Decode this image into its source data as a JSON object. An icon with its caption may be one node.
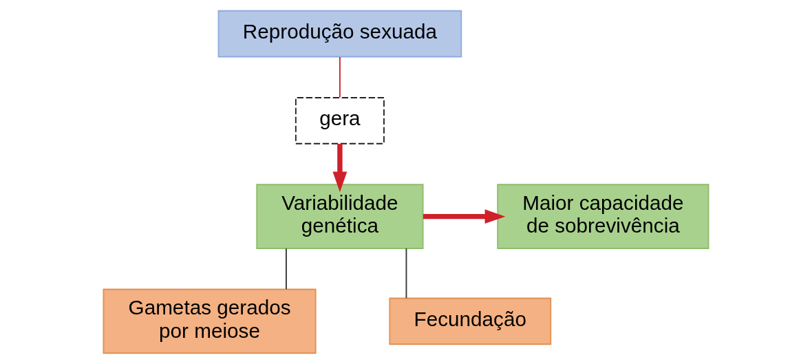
{
  "diagram": {
    "nodes": [
      {
        "text": [
          "Reprodução sexuada"
        ]
      },
      {
        "text": [
          "gera"
        ]
      },
      {
        "text": [
          "Variabilidade genética"
        ]
      },
      {
        "text": [
          "Maior capacidade de sobrevivência"
        ]
      },
      {
        "text": [
          "Gametas gerados por meiose"
        ]
      },
      {
        "text": [
          "Fecundação"
        ]
      }
    ],
    "edges": [
      {
        "from": 0,
        "to": 1,
        "arrow": "none"
      },
      {
        "from": 1,
        "to": 2,
        "arrow": "to",
        "style": "thick"
      },
      {
        "from": 2,
        "to": 3,
        "arrow": "to",
        "style": "thick"
      },
      {
        "from": 2,
        "to": 4,
        "arrow": "none",
        "color": "#333333"
      },
      {
        "from": 2,
        "to": 5,
        "arrow": "none",
        "color": "#333333"
      }
    ]
  }
}
